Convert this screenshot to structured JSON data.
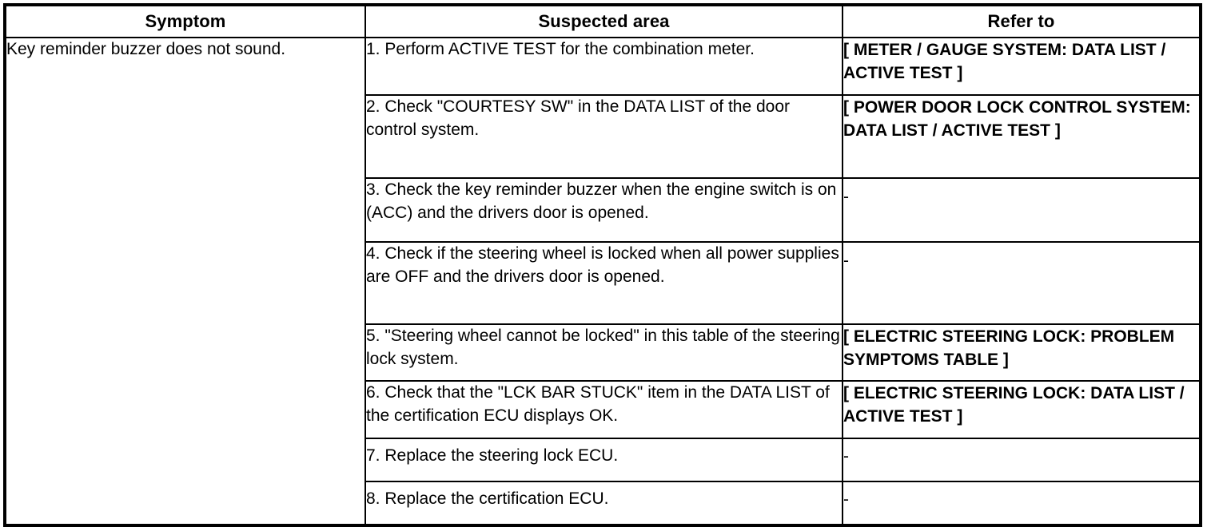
{
  "table": {
    "columns": [
      {
        "key": "symptom",
        "header": "Symptom"
      },
      {
        "key": "suspected",
        "header": "Suspected area"
      },
      {
        "key": "refer",
        "header": "Refer to"
      }
    ],
    "symptom": "Key reminder buzzer does not sound.",
    "rows": [
      {
        "index": "1",
        "suspected": "1. Perform ACTIVE TEST for the combination meter.",
        "refer": "[ METER / GAUGE SYSTEM: DATA LIST / ACTIVE TEST ]"
      },
      {
        "index": "2",
        "suspected": "2. Check \"COURTESY SW\" in the DATA LIST of the door control system.",
        "refer": "[ POWER DOOR LOCK CONTROL SYSTEM: DATA LIST / ACTIVE TEST ]"
      },
      {
        "index": "3",
        "suspected": "3. Check the key reminder buzzer when the engine switch is on (ACC) and the drivers door is opened.",
        "refer": "-"
      },
      {
        "index": "4",
        "suspected": "4. Check if the steering wheel is locked when all power supplies are OFF and the drivers door is opened.",
        "refer": "-"
      },
      {
        "index": "5",
        "suspected": "5. \"Steering wheel cannot be locked\" in this table of the steering lock system.",
        "refer": "[ ELECTRIC STEERING LOCK: PROBLEM SYMPTOMS TABLE ]"
      },
      {
        "index": "6",
        "suspected": "6. Check that the \"LCK BAR STUCK\" item in the DATA LIST of the certification ECU displays OK.",
        "refer": "[ ELECTRIC STEERING LOCK: DATA LIST / ACTIVE TEST ]"
      },
      {
        "index": "7",
        "suspected": "7. Replace the steering lock ECU.",
        "refer": "-"
      },
      {
        "index": "8",
        "suspected": "8. Replace the certification ECU.",
        "refer": "-"
      }
    ]
  },
  "colors": {
    "border": "#000000",
    "text": "#000000",
    "background": "#ffffff"
  }
}
